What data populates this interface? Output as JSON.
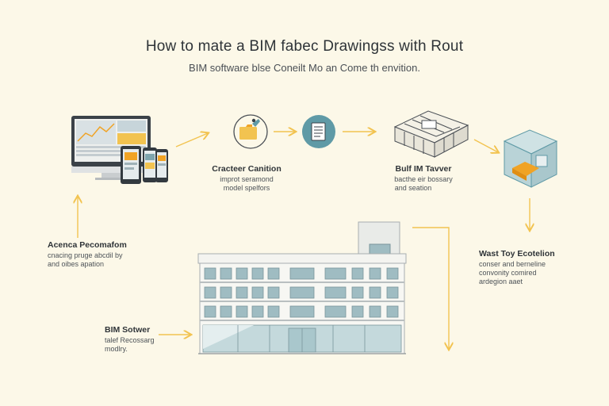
{
  "header": {
    "title": "How to mate a BIM fabec Drawingss with Rout",
    "subtitle": "BIM software blse Coneilt Mo an Come th envition."
  },
  "steps": {
    "center": {
      "title": "Cracteer Canition",
      "line1": "improt seramond",
      "line2": "model spelfors"
    },
    "build": {
      "title": "Bulf IM Tavver",
      "line1": "bacthe eir bossary",
      "line2": "and seation"
    },
    "access": {
      "title": "Acenca Pecomafom",
      "line1": "cnacing pruge abcdil by",
      "line2": "and oibes apation"
    },
    "wast": {
      "title": "Wast Toy Ecotelion",
      "line1": "conser and berneline",
      "line2": "convonity comired",
      "line3": "ardegion aaet"
    },
    "software": {
      "title": "BIM Sotwer",
      "line1": "talef Recossarg",
      "line2": "modlry."
    }
  },
  "colors": {
    "background": "#fcf8e8",
    "arrow": "#f2c350",
    "accent_orange": "#f0a325",
    "accent_teal": "#5f9aa6",
    "glass": "#b9d3d7",
    "line": "#4a4f55"
  }
}
